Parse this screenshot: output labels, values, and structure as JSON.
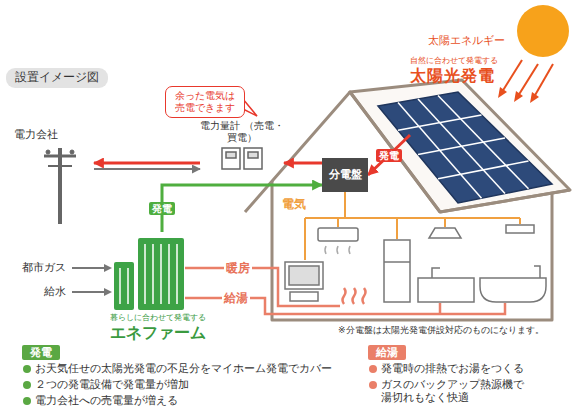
{
  "diagram": {
    "title": "設置イメージ図",
    "nodes": [
      {
        "text": [
          "自然に合わせて発電する",
          "太陽光発電"
        ]
      },
      {
        "text": [
          "余った電気は 売電できます"
        ]
      },
      {
        "text": [
          "電力量計 （売電・買電）"
        ]
      },
      {
        "text": [
          "電力会社"
        ]
      },
      {
        "text": [
          "分電盤"
        ]
      },
      {
        "text": [
          "暮らしに合わせて発電する",
          "エネファーム"
        ]
      },
      {
        "text": [
          "発電"
        ]
      },
      {
        "text": [
          "給湯"
        ]
      }
    ],
    "edges": [
      {
        "from": 0,
        "to": 4,
        "arrow": "to",
        "label": "発電"
      },
      {
        "from": 4,
        "to": 2,
        "arrow": "to"
      },
      {
        "from": 2,
        "to": 3,
        "arrow": "to"
      },
      {
        "from": 3,
        "to": 2,
        "arrow": "to"
      },
      {
        "from": 5,
        "to": 4,
        "arrow": "to",
        "label": "発電"
      }
    ],
    "labels": [
      "太陽エネルギー",
      "電気",
      "暖房",
      "給湯",
      "都市ガス",
      "給水",
      "※分電盤は太陽光発電併設対応のものになります。",
      "お天気任せの太陽光発電の不足分をマイホーム発電でカバー",
      "２つの発電設備で発電量が増加",
      "電力会社への売電量が増える",
      "発電時の排熱でお湯をつくる",
      "ガスのバックアップ熱源機で 湯切れもなく快適"
    ]
  }
}
